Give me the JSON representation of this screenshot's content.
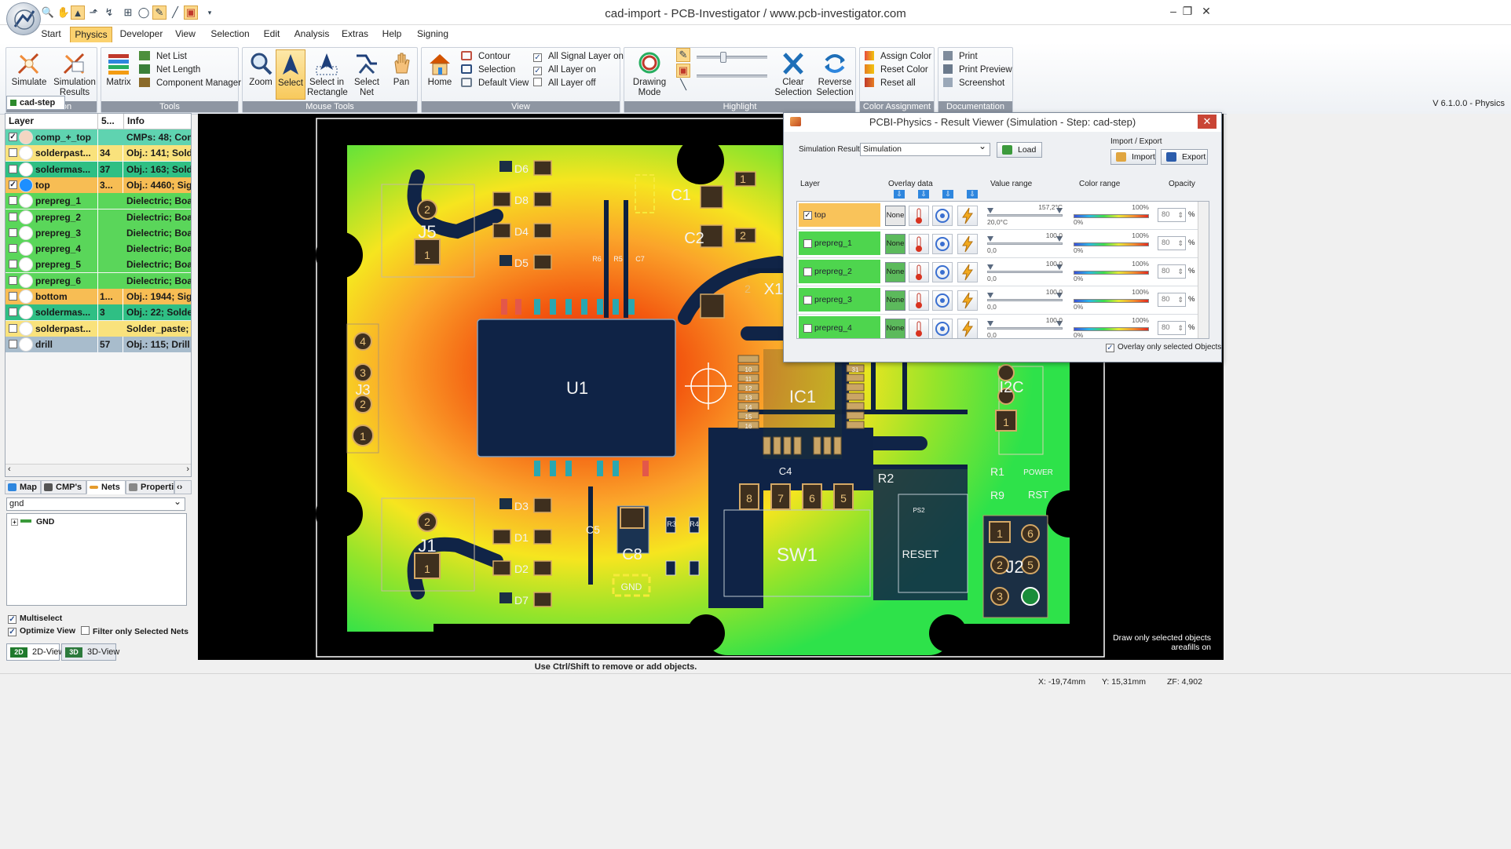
{
  "window": {
    "title": "cad-import - PCB-Investigator / www.pcb-investigator.com",
    "controls": [
      "–",
      "❐",
      "✕"
    ]
  },
  "menu_tabs": [
    "Start",
    "Physics",
    "Developer",
    "View",
    "Selection",
    "Edit",
    "Analysis",
    "Extras",
    "Help",
    "Signing"
  ],
  "active_tab": "Physics",
  "ribbon": {
    "simulation": {
      "label": "Simulation",
      "simulate": "Simulate",
      "results_line1": "Simulation",
      "results_line2": "Results"
    },
    "tools": {
      "label": "Tools",
      "matrix": "Matrix",
      "net_list": "Net List",
      "net_length": "Net Length",
      "component_manager": "Component Manager"
    },
    "mouse_tools": {
      "label": "Mouse Tools",
      "zoom": "Zoom",
      "select": "Select",
      "select_in_rect_line1": "Select in",
      "select_in_rect_line2": "Rectangle",
      "select_net_line1": "Select",
      "select_net_line2": "Net",
      "pan": "Pan"
    },
    "view": {
      "label": "View",
      "home": "Home",
      "contour": "Contour",
      "selection": "Selection",
      "default_view": "Default View",
      "all_signal_layer_on": "All Signal Layer on",
      "all_layer_on": "All Layer on",
      "all_layer_off": "All Layer off"
    },
    "highlight": {
      "label": "Highlight",
      "drawing_mode_line1": "Drawing",
      "drawing_mode_line2": "Mode",
      "clear_selection_line1": "Clear",
      "clear_selection_line2": "Selection",
      "reverse_selection_line1": "Reverse",
      "reverse_selection_line2": "Selection"
    },
    "color_assignment": {
      "label": "Color Assignment",
      "assign_color": "Assign Color",
      "reset_color": "Reset Color",
      "reset_all": "Reset all"
    },
    "documentation": {
      "label": "Documentation",
      "print": "Print",
      "print_preview": "Print Preview",
      "screenshot": "Screenshot"
    }
  },
  "doc_tab": "cad-step",
  "version": "V 6.1.0.0 - Physics",
  "layer_table": {
    "headers": [
      "Layer",
      "5...",
      "Info"
    ],
    "rows": [
      {
        "checked": true,
        "name": "comp_+_top",
        "count": "",
        "info": "CMPs: 48; Com",
        "color": "#5fd3b0",
        "dot": "#f3d6c2"
      },
      {
        "checked": false,
        "name": "solderpast...",
        "count": "34",
        "info": "Obj.: 141; Sold",
        "color": "#f9e27c",
        "dot": "#ffffff"
      },
      {
        "checked": false,
        "name": "soldermas...",
        "count": "37",
        "info": "Obj.: 163; Sold",
        "color": "#2fbf84",
        "dot": "#ffffff"
      },
      {
        "checked": true,
        "name": "top",
        "count": "3...",
        "info": "Obj.: 4460; Sig",
        "color": "#f7bd54",
        "dot": "#1e8fff"
      },
      {
        "checked": false,
        "name": "prepreg_1",
        "count": "",
        "info": "Dielectric; Boa",
        "color": "#5ad65a",
        "dot": "#ffffff"
      },
      {
        "checked": false,
        "name": "prepreg_2",
        "count": "",
        "info": "Dielectric; Boa",
        "color": "#5ad65a",
        "dot": "#ffffff"
      },
      {
        "checked": false,
        "name": "prepreg_3",
        "count": "",
        "info": "Dielectric; Boa",
        "color": "#5ad65a",
        "dot": "#ffffff"
      },
      {
        "checked": false,
        "name": "prepreg_4",
        "count": "",
        "info": "Dielectric; Boa",
        "color": "#5ad65a",
        "dot": "#ffffff"
      },
      {
        "checked": false,
        "name": "prepreg_5",
        "count": "",
        "info": "Dielectric; Boa",
        "color": "#5ad65a",
        "dot": "#ffffff"
      },
      {
        "checked": false,
        "name": "prepreg_6",
        "count": "",
        "info": "Dielectric; Boa",
        "color": "#5ad65a",
        "dot": "#ffffff"
      },
      {
        "checked": false,
        "name": "bottom",
        "count": "1...",
        "info": "Obj.: 1944; Sig",
        "color": "#f7bd54",
        "dot": "#ffffff"
      },
      {
        "checked": false,
        "name": "soldermas...",
        "count": "3",
        "info": "Obj.: 22; Solde",
        "color": "#2fbf84",
        "dot": "#ffffff"
      },
      {
        "checked": false,
        "name": "solderpast...",
        "count": "",
        "info": "Solder_paste;",
        "color": "#f9e27c",
        "dot": "#ffffff"
      },
      {
        "checked": false,
        "name": "drill",
        "count": "57",
        "info": "Obj.: 115; Drill",
        "color": "#a8bccc",
        "dot": "#ffffff"
      }
    ]
  },
  "nav_tabs": [
    "Map",
    "CMP's",
    "Nets",
    "Properti"
  ],
  "active_nav_tab": "Nets",
  "net_filter": "gnd",
  "net_tree": [
    "GND"
  ],
  "options": {
    "multiselect": "Multiselect",
    "optimize_view": "Optimize View",
    "filter_only_selected_nets": "Filter only Selected Nets"
  },
  "view_tabs": [
    {
      "badge": "2D",
      "label": "2D-View"
    },
    {
      "badge": "3D",
      "label": "3D-View"
    }
  ],
  "pcb": {
    "labels": [
      "U1",
      "J5",
      "J1",
      "J3",
      "J2",
      "C1",
      "C2",
      "C8",
      "C5",
      "C4",
      "C7",
      "IC1",
      "I2C",
      "SW1",
      "R1",
      "R2",
      "R3",
      "R4",
      "R5",
      "R6",
      "R9",
      "RESET",
      "POWER",
      "RST",
      "GND",
      "D1",
      "D2",
      "D3",
      "D4",
      "D5",
      "D6",
      "D7",
      "D8",
      "X1",
      "PS2"
    ],
    "pads": [
      "1",
      "2",
      "3",
      "4",
      "5",
      "6",
      "7",
      "8"
    ],
    "ic_pin_numbers": [
      "10",
      "11",
      "12",
      "13",
      "14",
      "15",
      "16",
      "31"
    ],
    "note_line1": "Draw only selected objects",
    "note_line2": "areafills on"
  },
  "result_viewer": {
    "title": "PCBI-Physics - Result Viewer (Simulation - Step: cad-step)",
    "simulation_result_label": "Simulation Result:",
    "simulation_result_value": "Simulation",
    "load": "Load",
    "import_export_label": "Import / Export",
    "import": "Import",
    "export": "Export",
    "col_layer": "Layer",
    "col_overlay": "Overlay data",
    "col_value_range": "Value range",
    "col_color_range": "Color range",
    "col_opacity": "Opacity",
    "rows": [
      {
        "name": "top",
        "checked": true,
        "color": "#f9c35a",
        "none": "None",
        "none_color": "#e8e8e8",
        "vmax": "157,2°C",
        "vmin": "20,0°C",
        "cmax": "100%",
        "cmin": "0%",
        "opacity": "80"
      },
      {
        "name": "prepreg_1",
        "checked": false,
        "color": "#4ed54e",
        "none": "None",
        "none_color": "#5cba5c",
        "vmax": "100,0",
        "vmin": "0,0",
        "cmax": "100%",
        "cmin": "0%",
        "opacity": "80"
      },
      {
        "name": "prepreg_2",
        "checked": false,
        "color": "#4ed54e",
        "none": "None",
        "none_color": "#5cba5c",
        "vmax": "100,0",
        "vmin": "0,0",
        "cmax": "100%",
        "cmin": "0%",
        "opacity": "80"
      },
      {
        "name": "prepreg_3",
        "checked": false,
        "color": "#4ed54e",
        "none": "None",
        "none_color": "#5cba5c",
        "vmax": "100,0",
        "vmin": "0,0",
        "cmax": "100%",
        "cmin": "0%",
        "opacity": "80"
      },
      {
        "name": "prepreg_4",
        "checked": false,
        "color": "#4ed54e",
        "none": "None",
        "none_color": "#5cba5c",
        "vmax": "100,0",
        "vmin": "0,0",
        "cmax": "100%",
        "cmin": "0%",
        "opacity": "80"
      }
    ],
    "opacity_unit": "%",
    "overlay_only_selected": "Overlay only selected Objects"
  },
  "status": {
    "hint": "Use Ctrl/Shift to remove or add objects.",
    "x": "X: -19,74mm",
    "y": "Y: 15,31mm",
    "zoom": "ZF: 4,902"
  }
}
